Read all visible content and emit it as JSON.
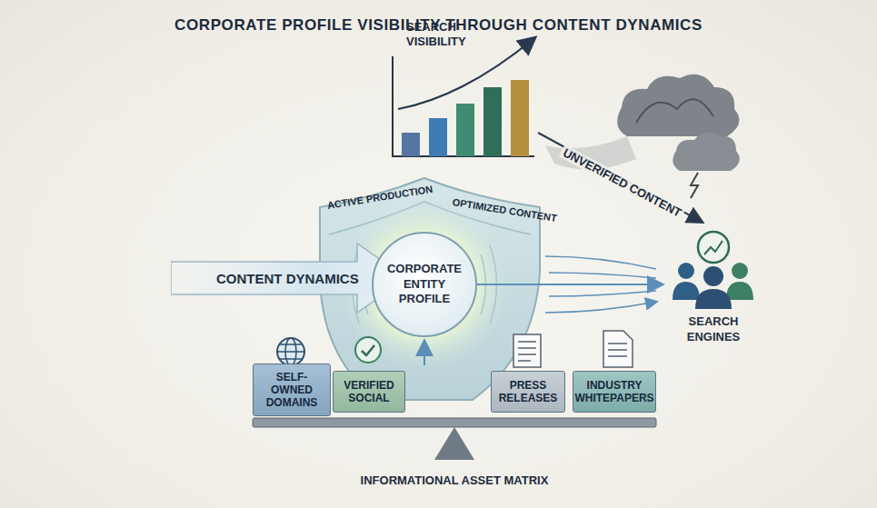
{
  "diagram": {
    "title": "CORPORATE PROFILE VISIBILITY THROUGH CONTENT DYNAMICS",
    "nodes": [
      {
        "text": [
          "CONTENT DYNAMICS"
        ]
      },
      {
        "text": [
          "CORPORATE ENTITY PROFILE"
        ]
      },
      {
        "text": [
          "SEARCH ENGINES"
        ]
      },
      {
        "text": [
          "SELF-OWNED DOMAINS"
        ]
      },
      {
        "text": [
          "VERIFIED SOCIAL"
        ]
      },
      {
        "text": [
          "PRESS RELEASES"
        ]
      },
      {
        "text": [
          "INDUSTRY WHITEPAPERS"
        ]
      }
    ],
    "edges": [
      {
        "from": 1,
        "to": 2,
        "arrow": "to"
      }
    ],
    "labels": [
      "SEARCH VISIBILITY",
      "ACTIVE PRODUCTION",
      "OPTIMIZED CONTENT",
      "UNVERIFIED CONTENT",
      "INFORMATIONAL ASSET MATRIX"
    ]
  }
}
